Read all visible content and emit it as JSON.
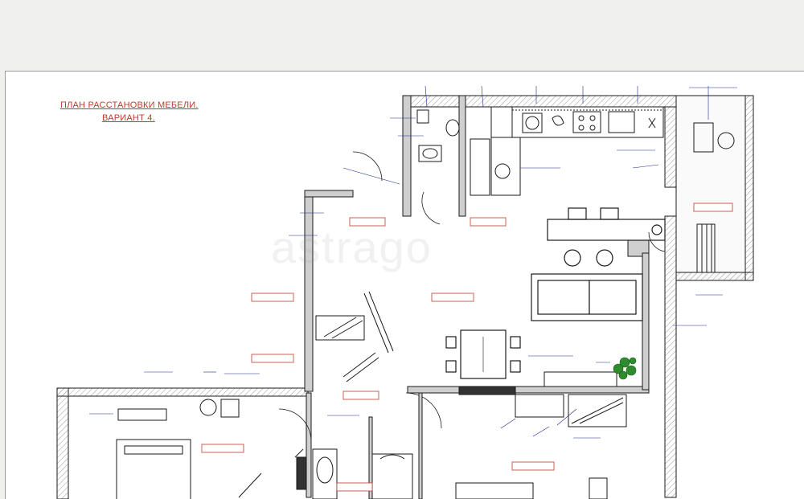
{
  "plan": {
    "title_line1": "ПЛАН РАССТАНОВКИ МЕБЕЛИ.",
    "title_line2": "ВАРИАНТ 4."
  },
  "watermark": "astrago",
  "colors": {
    "wall_fill": "#cfcfcf",
    "line": "#1a1a1a",
    "dimension_blue": "#1a2a8a",
    "title_red": "#c0392b",
    "plant_green": "#2e8b2e"
  }
}
